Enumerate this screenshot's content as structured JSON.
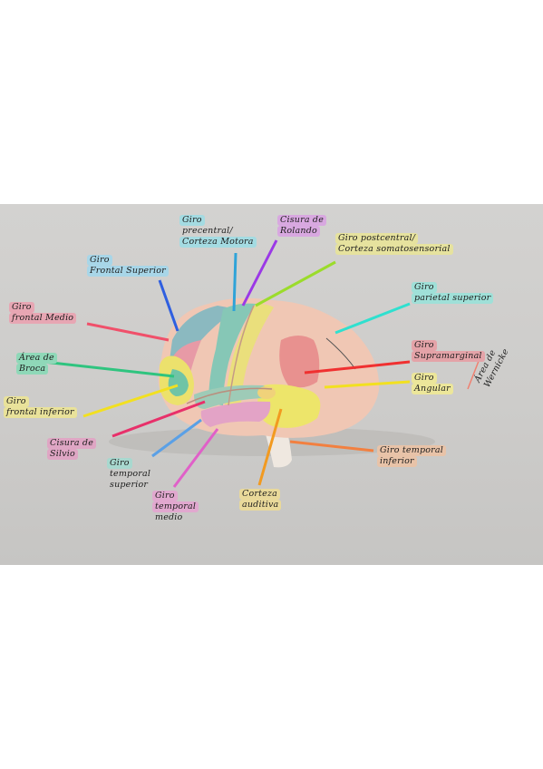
{
  "colors": {
    "background": "#cfcecc",
    "brain_base": "#f0c7b4",
    "frontal_superior": "#8bb9c0",
    "frontal_middle": "#e79aa6",
    "broca": "#6fc4a6",
    "frontal_inferior": "#ece16c",
    "precentral": "#86c7b6",
    "postcentral": "#eadf7c",
    "supramarginal": "#e8918f",
    "angular": "#ede56a",
    "temporal_superior": "#9ecbb7",
    "temporal_middle": "#e3a3c6",
    "temporal_inferior": "#f3c8ae"
  },
  "labels": [
    {
      "id": "giro-precentral",
      "lines": [
        "Giro",
        "precentral/",
        "Corteza Motora"
      ],
      "color": "#2f6fb8",
      "tag": "#9fd6dc"
    },
    {
      "id": "cisura-rolando",
      "lines": [
        "Cisura de",
        "Rolando"
      ],
      "color": "#9b39e6",
      "tag": "#d8a8e0"
    },
    {
      "id": "giro-postcentral",
      "lines": [
        "Giro postcentral/",
        "Corteza somatosensorial"
      ],
      "color": "#9bdc2b",
      "tag": "#e6e29e"
    },
    {
      "id": "giro-frontal-superior",
      "lines": [
        "Giro",
        "Frontal Superior"
      ],
      "color": "#2f5fe0",
      "tag": "#a8d6e8"
    },
    {
      "id": "giro-parietal-superior",
      "lines": [
        "Giro",
        "parietal superior"
      ],
      "color": "#2fe0cf",
      "tag": "#9fe0d8"
    },
    {
      "id": "giro-frontal-medio",
      "lines": [
        "Giro",
        "frontal Medio"
      ],
      "color": "#f0506a",
      "tag": "#e7a6b3"
    },
    {
      "id": "area-broca",
      "lines": [
        "Área de",
        "Broca"
      ],
      "color": "#2fc47f",
      "tag": "#8fd8b8"
    },
    {
      "id": "giro-supramarginal",
      "lines": [
        "Giro",
        "Supramarginal"
      ],
      "color": "#f03030",
      "tag": "#e4a3a8"
    },
    {
      "id": "giro-angular",
      "lines": [
        "Giro",
        "Angular"
      ],
      "color": "#f2e020",
      "tag": "#ece69a"
    },
    {
      "id": "area-wernicke",
      "lines": [
        "Área de",
        "Wernicke"
      ],
      "color": "#f08070",
      "tag": ""
    },
    {
      "id": "giro-frontal-inferior",
      "lines": [
        "Giro",
        "frontal inferior"
      ],
      "color": "#f2e020",
      "tag": "#e9e29a"
    },
    {
      "id": "cisura-silvio",
      "lines": [
        "Cisura de",
        "Silvio"
      ],
      "color": "#e8306a",
      "tag": "#dfa6c4"
    },
    {
      "id": "giro-temporal-superior",
      "lines": [
        "Giro",
        "temporal",
        "superior"
      ],
      "color": "#5aa0e6",
      "tag": "#a8d8cf"
    },
    {
      "id": "giro-temporal-medio",
      "lines": [
        "Giro",
        "temporal",
        "medio"
      ],
      "color": "#e060c8",
      "tag": "#e1a8cf"
    },
    {
      "id": "corteza-auditiva",
      "lines": [
        "Corteza",
        "auditiva"
      ],
      "color": "#f29a20",
      "tag": "#e9d99a"
    },
    {
      "id": "giro-temporal-inferior",
      "lines": [
        "Giro temporal",
        "inferior"
      ],
      "color": "#f28040",
      "tag": "#e8c3a8"
    }
  ]
}
